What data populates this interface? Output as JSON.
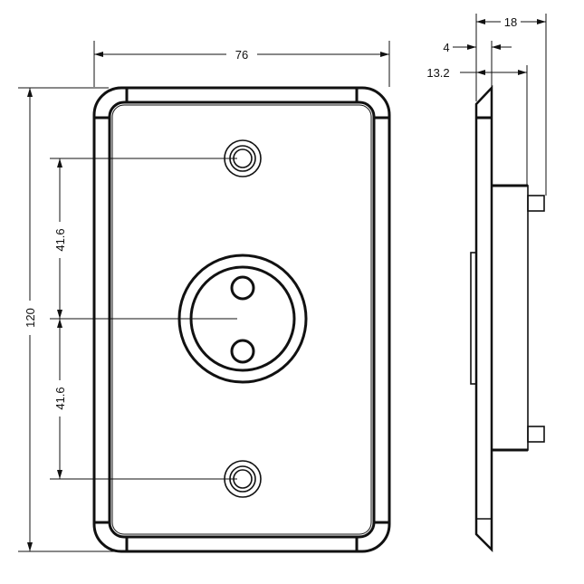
{
  "dimensions": {
    "width": "76",
    "height": "120",
    "hole_to_center_upper": "41.6",
    "hole_to_center_lower": "41.6",
    "total_depth": "18",
    "plate_thickness": "4",
    "body_depth": "13.2"
  },
  "colors": {
    "line": "#111111",
    "background": "#ffffff"
  }
}
